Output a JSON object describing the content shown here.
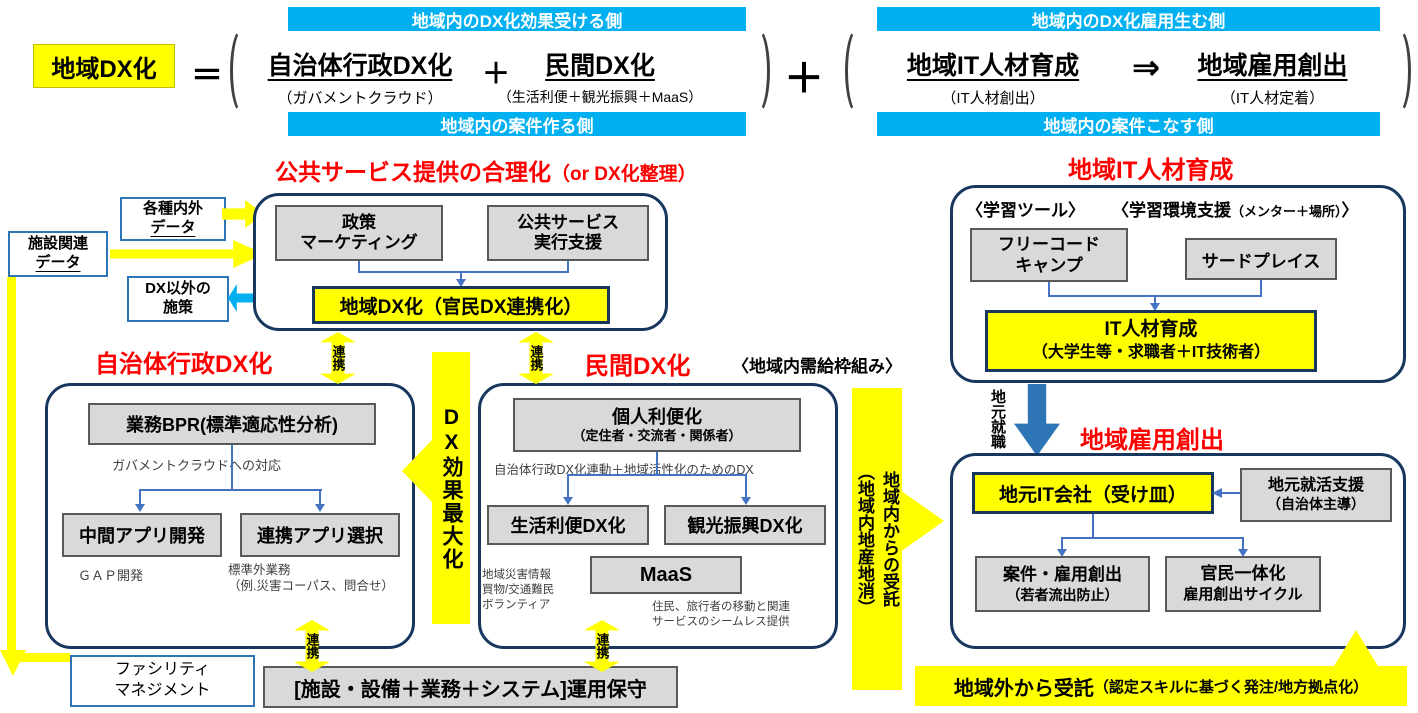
{
  "colors": {
    "yellow": "#FFFF00",
    "cyan": "#00B0F0",
    "gray_box": "#D9D9D9",
    "dark_navy": "#17375E",
    "connector_blue": "#4472C4",
    "red": "#FF0000",
    "white_box_border": "#2E75B6"
  },
  "formula": {
    "lhs": "地域DX化",
    "equals": "＝",
    "plus": "＋",
    "group1": {
      "top_banner": "地域内のDX化効果受ける側",
      "bottom_banner": "地域内の案件作る側",
      "term1": "自治体行政DX化",
      "term1_sub": "（ガバメントクラウド）",
      "plus": "＋",
      "term2": "民間DX化",
      "term2_sub": "（生活利便＋観光振興＋MaaS）"
    },
    "group2": {
      "top_banner": "地域内のDX化雇用生む側",
      "bottom_banner": "地域内の案件こなす側",
      "term1": "地域IT人材育成",
      "term1_sub": "（IT人材創出）",
      "arrow": "⇒",
      "term2": "地域雇用創出",
      "term2_sub": "（IT人材定着）"
    }
  },
  "inputs": {
    "box1_line1": "各種内外",
    "box1_line2": "データ",
    "box2_line1": "施設関連",
    "box2_line2": "データ",
    "box3_line1": "DX以外の",
    "box3_line2": "施策"
  },
  "public_service": {
    "header": "公共サービス提供の合理化",
    "header_sub": "（or DX化整理）",
    "policy_line1": "政策",
    "policy_line2": "マーケティング",
    "support_line1": "公共サービス",
    "support_line2": "実行支援",
    "highlight": "地域DX化（官民DX連携化）"
  },
  "labels": {
    "renkei": "連携",
    "dx_effect": "DX効果最大化",
    "local_consume_line1": "地域内からの受託",
    "local_consume_line2": "（地域内地産地消）",
    "local_job": "地元就職",
    "framework_note": "〈地域内需給枠組み〉"
  },
  "gov_dx": {
    "header": "自治体行政DX化",
    "bpr": "業務BPR(標準適応性分析)",
    "note_cloud": "ガバメントクラウドへの対応",
    "box1": "中間アプリ開発",
    "box2": "連携アプリ選択",
    "note_gap": "ＧＡＰ開発",
    "note_std_line1": "標準外業務",
    "note_std_line2": "（例.災害コーパス、問合せ）"
  },
  "private_dx": {
    "header": "民間DX化",
    "personal_line1": "個人利便化",
    "personal_line2": "（定住者・交流者・関係者）",
    "note_top": "自治体行政DX化連動＋地域活性化のためのDX",
    "life": "生活利便DX化",
    "tourism": "観光振興DX化",
    "maas": "MaaS",
    "note_left_line1": "地域災害情報",
    "note_left_line2": "買物/交通難民",
    "note_left_line3": "ボランティア",
    "note_right_line1": "住民、旅行者の移動と関連",
    "note_right_line2": "サービスのシームレス提供"
  },
  "it_training": {
    "header": "地域IT人材育成",
    "tool_label": "〈学習ツール〉",
    "env_label_main": "〈学習環境支援",
    "env_label_small": "（メンター＋場所）",
    "env_label_end": "〉",
    "freecode_line1": "フリーコード",
    "freecode_line2": "キャンプ",
    "thirdplace": "サードプレイス",
    "highlight_line1": "IT人材育成",
    "highlight_line2": "（大学生等・求職者＋IT技術者）"
  },
  "employment": {
    "header": "地域雇用創出",
    "company": "地元IT会社（受け皿）",
    "support_line1": "地元就活支援",
    "support_line2": "（自治体主導）",
    "jobs_line1": "案件・雇用創出",
    "jobs_line2": "（若者流出防止）",
    "cycle_line1": "官民一体化",
    "cycle_line2": "雇用創出サイクル"
  },
  "bottom": {
    "facility_line1": "ファシリティ",
    "facility_line2": "マネジメント",
    "maintenance": "[施設・設備＋業務＋システム]運用保守",
    "outside_main": "地域外から受託",
    "outside_sub": "（認定スキルに基づく発注/地方拠点化）"
  }
}
